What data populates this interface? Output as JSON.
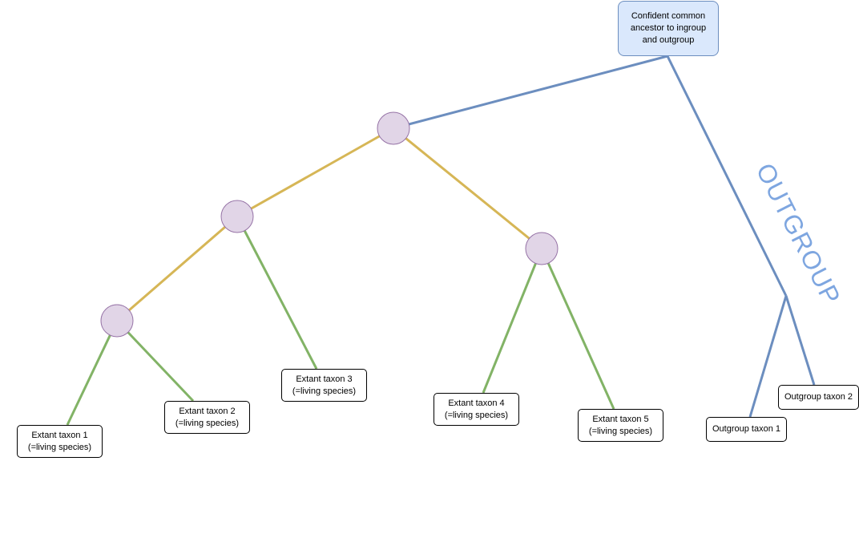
{
  "colors": {
    "blue_edge": "#6c8ebf",
    "gold_edge": "#d6b656",
    "green_edge": "#82b366",
    "node_fill": "#e1d5e7",
    "node_stroke": "#9673a6",
    "root_fill": "#dae8fc",
    "outgroup_text": "#7ea6e0"
  },
  "root": {
    "line1": "Confident common",
    "line2": "ancestor to ingroup",
    "line3": "and outgroup"
  },
  "outgroup_label": "OUTGROUP",
  "taxa": [
    {
      "name": "Extant taxon 1",
      "note": "(=living species)"
    },
    {
      "name": "Extant taxon 2",
      "note": "(=living species)"
    },
    {
      "name": "Extant taxon 3",
      "note": "(=living species)"
    },
    {
      "name": "Extant taxon 4",
      "note": "(=living species)"
    },
    {
      "name": "Extant taxon 5",
      "note": "(=living species)"
    }
  ],
  "outgroup_taxa": [
    {
      "name": "Outgroup taxon 1"
    },
    {
      "name": "Outgroup taxon 2"
    }
  ]
}
